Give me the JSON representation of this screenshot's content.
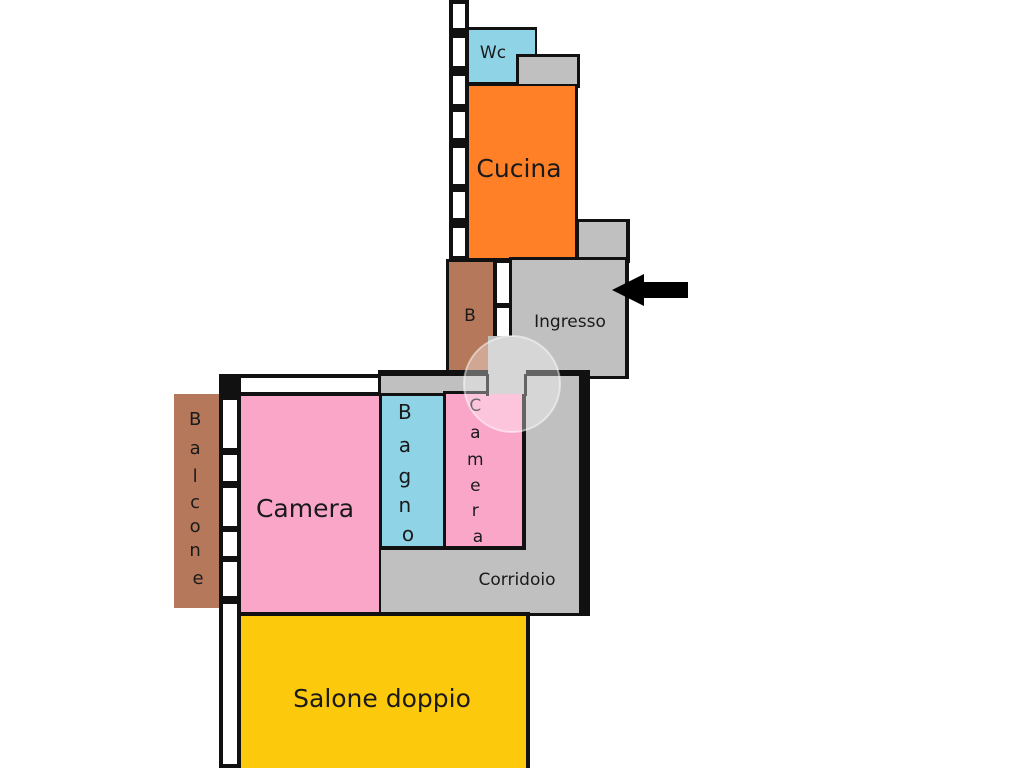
{
  "floorplan": {
    "rooms": {
      "wc": {
        "label": "Wc",
        "color": "#8fd3e6"
      },
      "cucina": {
        "label": "Cucina",
        "color": "#ff8027"
      },
      "ingresso": {
        "label": "Ingresso",
        "color": "#c0c0c0"
      },
      "ripostiglio": {
        "label": "B",
        "color": "#b5785a"
      },
      "balcone": {
        "label": [
          "B",
          "a",
          "l",
          "c",
          "o",
          "n",
          "e"
        ],
        "color": "#b5785a"
      },
      "camera_grande": {
        "label": "Camera",
        "color": "#faa6c8"
      },
      "bagno": {
        "label": [
          "B",
          "a",
          "g",
          "n",
          "o"
        ],
        "color": "#8fd3e6"
      },
      "camera_piccola": {
        "label": [
          "C",
          "a",
          "m",
          "e",
          "r",
          "a"
        ],
        "color": "#faa6c8"
      },
      "corridoio": {
        "label": "Corridoio",
        "color": "#c0c0c0"
      },
      "salone": {
        "label": "Salone doppio",
        "color": "#fcc90d"
      }
    },
    "colors": {
      "wall": "#111111",
      "window": "#ffffff",
      "arrow": "#000000",
      "text": "#1a1a1a"
    },
    "entrance_arrow": {
      "icon": "entrance-arrow-icon"
    }
  }
}
